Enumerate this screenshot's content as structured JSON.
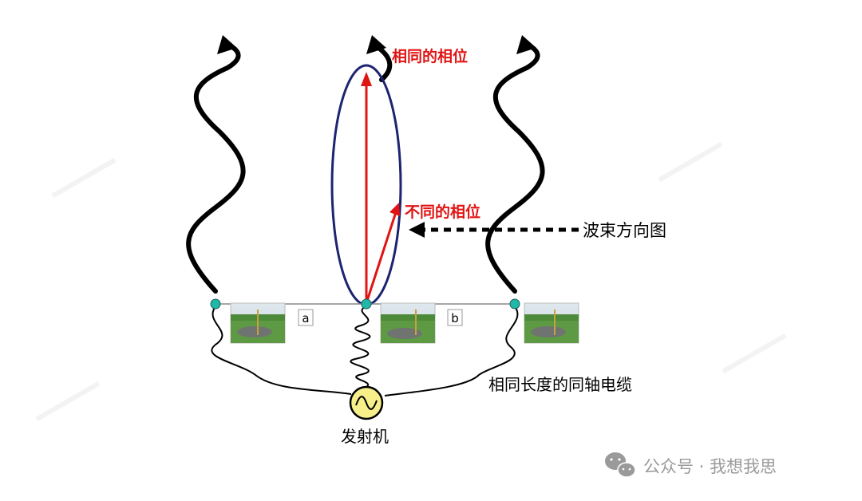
{
  "labels": {
    "same_phase": "相同的相位",
    "different_phase": "不同的相位",
    "beam_pattern": "波束方向图",
    "same_length_coax": "相同长度的同轴电缆",
    "transmitter": "发射机",
    "spacing_a": "a",
    "spacing_b": "b"
  },
  "watermark": {
    "text": "公众号 · 我想我思",
    "icon": "wechat-icon"
  },
  "colors": {
    "red": "#e11414",
    "ellipse": "#1d2470",
    "antenna": "#20b8a8",
    "transmitter": "#f6ef8a",
    "black": "#000000"
  }
}
